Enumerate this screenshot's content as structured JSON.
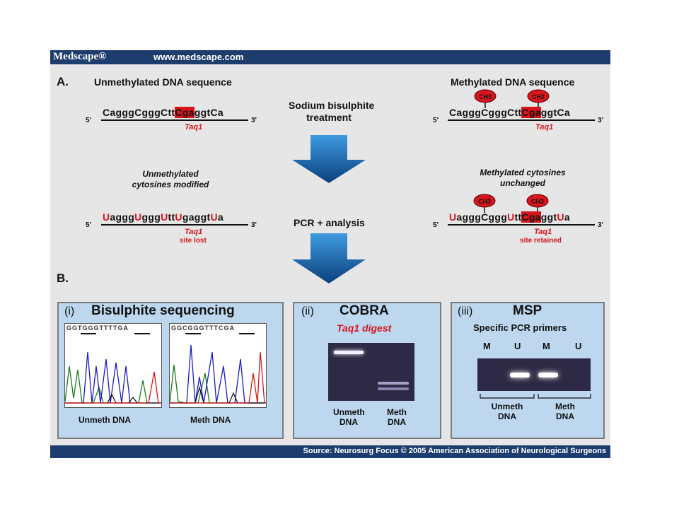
{
  "header": {
    "logo": "Medscape®",
    "url": "www.medscape.com"
  },
  "footer": {
    "source": "Source: Neurosurg Focus © 2005 American Association of Neurological Surgeons"
  },
  "section_a": {
    "label": "A.",
    "unmeth_title": "Unmethylated DNA sequence",
    "meth_title": "Methylated DNA sequence",
    "treatment_line1": "Sodium bisulphite",
    "treatment_line2": "treatment",
    "pcr_label": "PCR + analysis",
    "five_prime": "5'",
    "three_prime": "3'",
    "methyl_label": "CH3",
    "unmeth_seq": {
      "pre": "Caggg",
      "c1": "C",
      "mid1": "ggg",
      "c2": "C",
      "mid2": "tt",
      "site": "Cga",
      "mid3": "ggt",
      "c3": "C",
      "end": "a"
    },
    "meth_seq": {
      "pre": "Caggg",
      "c1": "C",
      "mid1": "ggg",
      "c2": "C",
      "mid2": "tt",
      "site": "Cga",
      "mid3": "ggt",
      "c3": "C",
      "end": "a"
    },
    "taq": "Taq1",
    "unmeth_mod_line1": "Unmethylated",
    "unmeth_mod_line2": "cytosines modified",
    "meth_unch_line1": "Methylated cytosines",
    "meth_unch_line2": "unchanged",
    "unmeth_conv": {
      "u1": "U",
      "s1": "aggg",
      "u2": "U",
      "s2": "ggg",
      "u3": "U",
      "s3": "tt",
      "u4": "U",
      "s4": "gaggt",
      "u5": "U",
      "s5": "a"
    },
    "meth_conv": {
      "u1": "U",
      "s1": "aggg",
      "c1": "C",
      "s2": "ggg",
      "u2": "U",
      "s3": "tt",
      "site": "Cga",
      "s4": "ggt",
      "u3": "U",
      "s5": "a"
    },
    "site_lost": "site lost",
    "site_retained": "site retained"
  },
  "section_b": {
    "label": "B.",
    "panel1": {
      "num": "(i)",
      "title": "Bisulphite sequencing",
      "trace1_bases": "GGTGGGTTTTGA",
      "trace2_bases": "GGCGGGTTTCGA",
      "label1": "Unmeth DNA",
      "label2": "Meth DNA"
    },
    "panel2": {
      "num": "(ii)",
      "title": "COBRA",
      "subtitle": "Taq1 digest",
      "label1_line1": "Unmeth",
      "label1_line2": "DNA",
      "label2_line1": "Meth",
      "label2_line2": "DNA"
    },
    "panel3": {
      "num": "(iii)",
      "title": "MSP",
      "subtitle": "Specific PCR primers",
      "lanes": [
        "M",
        "U",
        "M",
        "U"
      ],
      "label1_line1": "Unmeth",
      "label1_line2": "DNA",
      "label2_line1": "Meth",
      "label2_line2": "DNA"
    }
  },
  "colors": {
    "bar": "#1d3d6e",
    "accent_red": "#d8141c",
    "arrow_top": "#2f86cf",
    "arrow_bottom": "#0b3f7c",
    "panel_bg": "#bcd7ee"
  }
}
